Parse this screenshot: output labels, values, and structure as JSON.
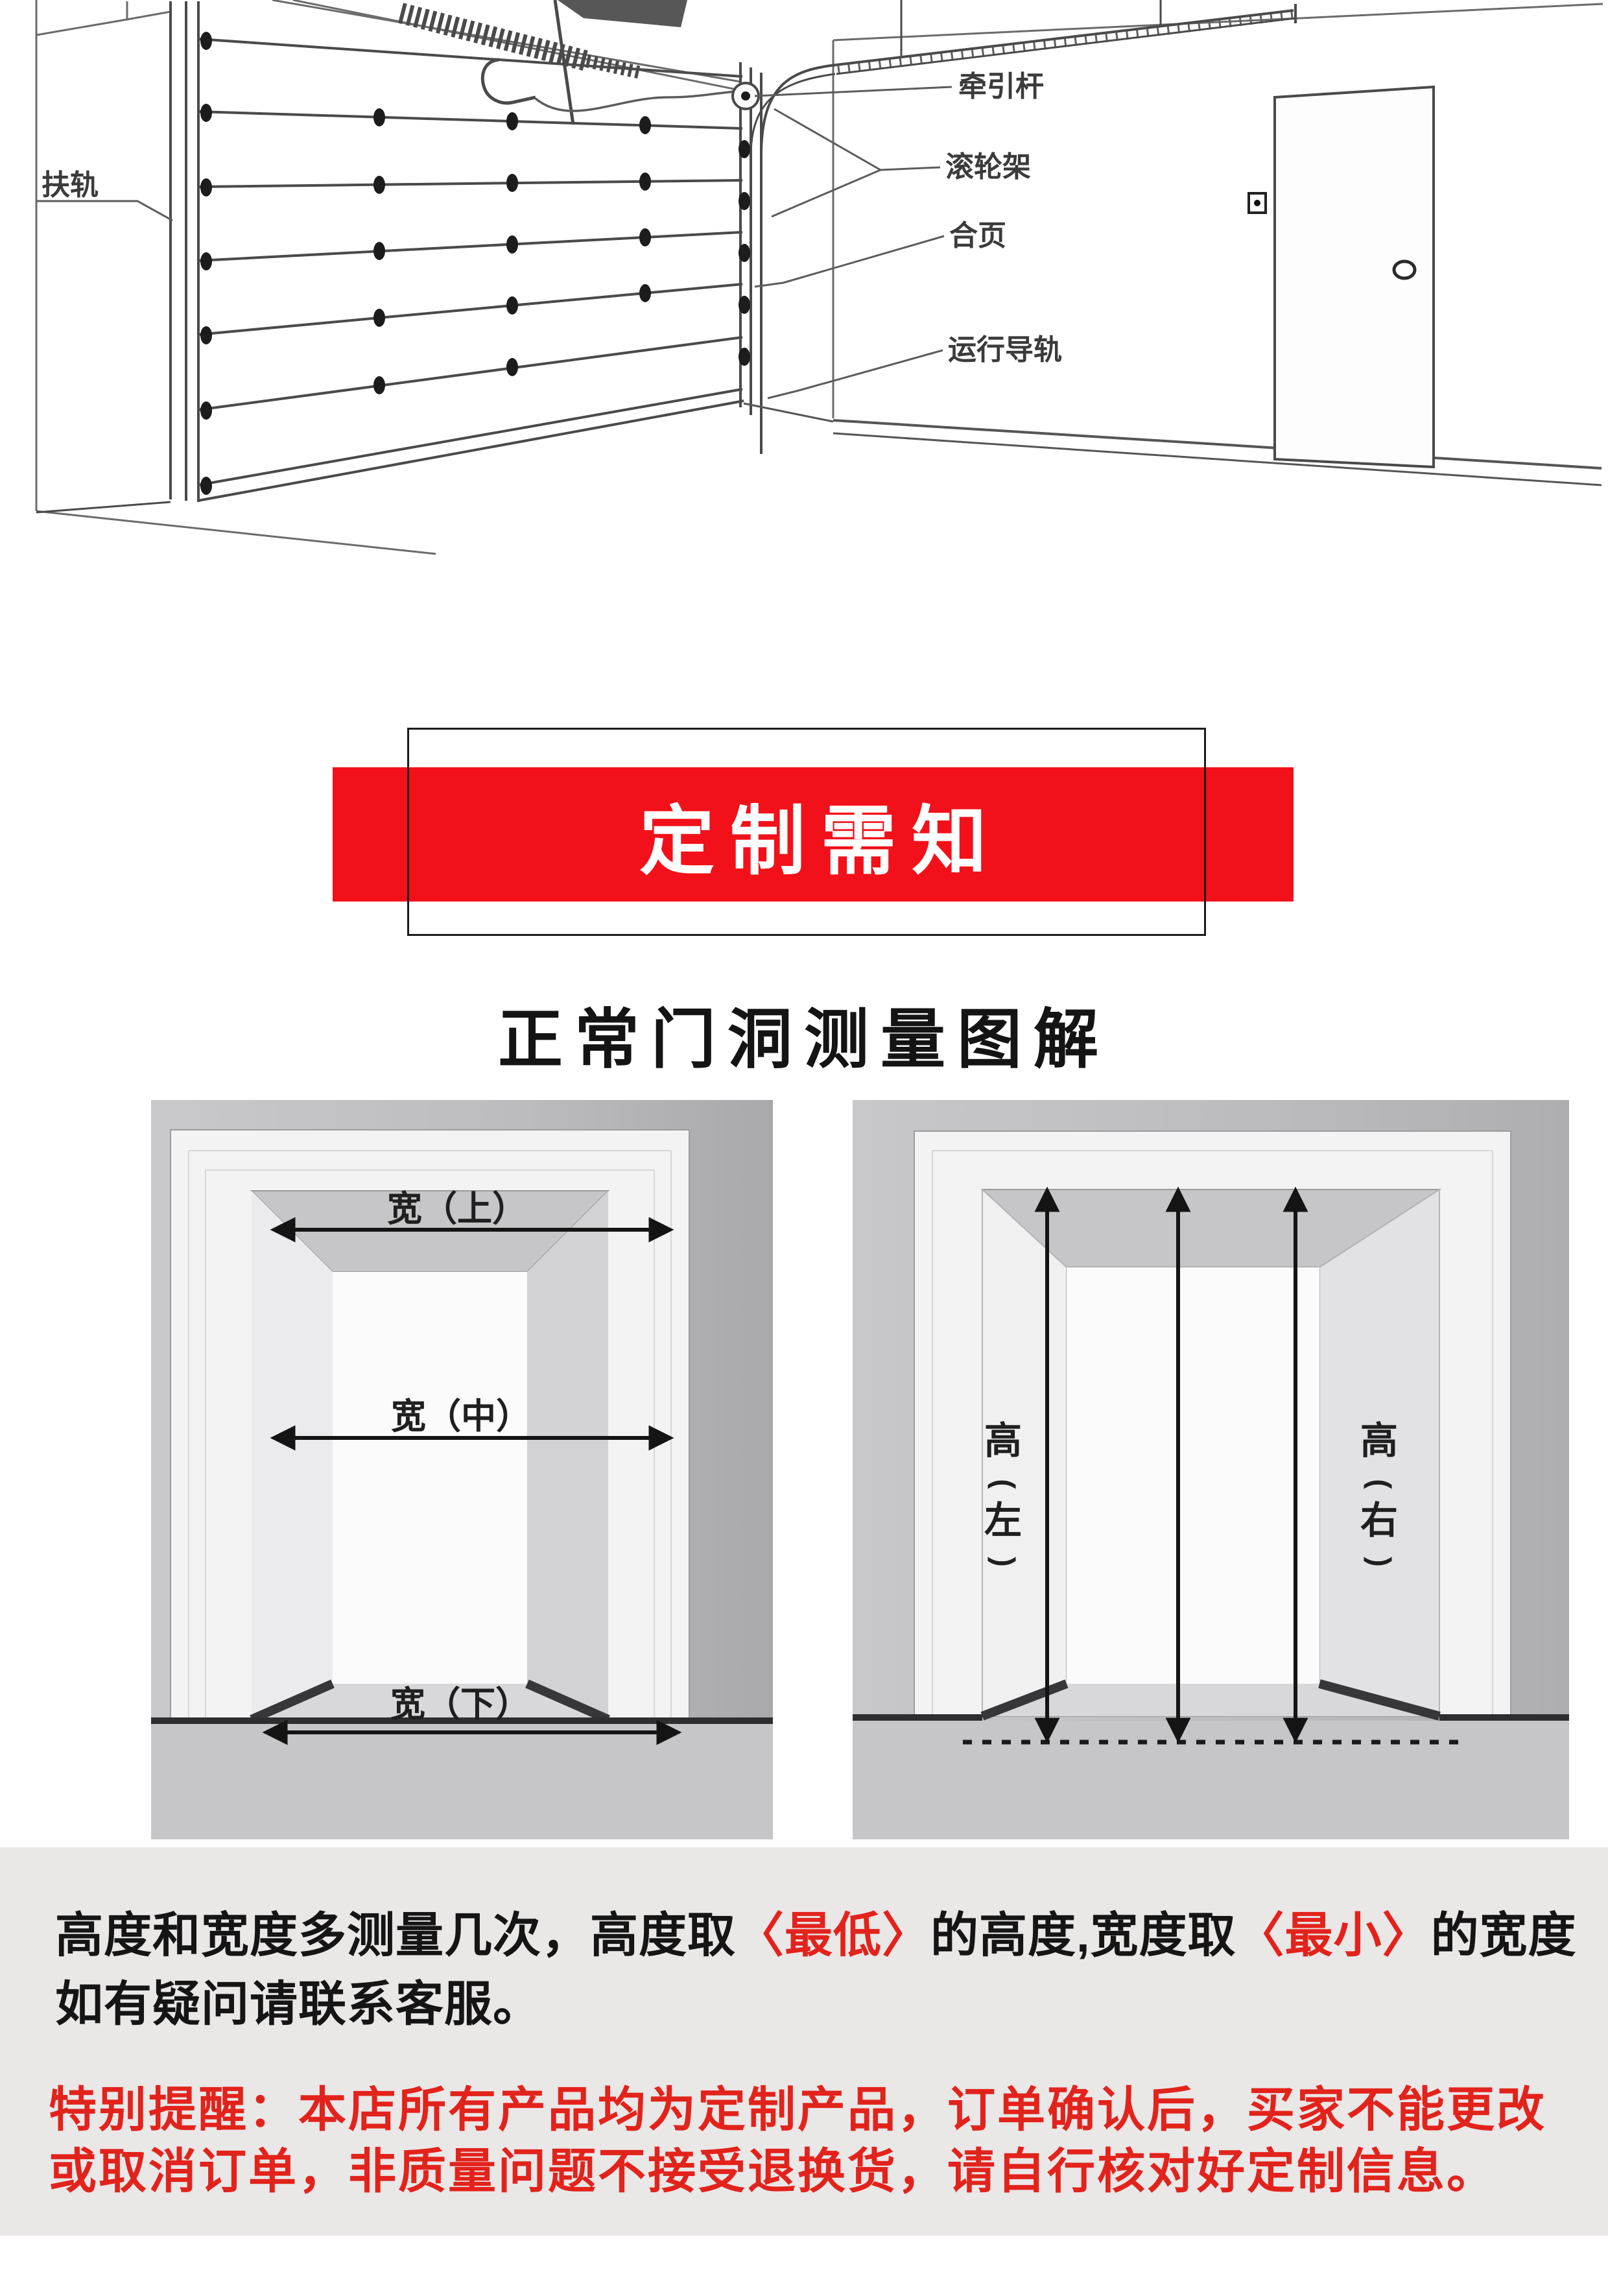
{
  "diagram": {
    "label_rail_left": "扶轨",
    "label_traction_rod": "牵引杆",
    "label_roller_bracket": "滚轮架",
    "label_hinge": "合页",
    "label_running_track": "运行导轨"
  },
  "banner": {
    "title": "定制需知"
  },
  "section": {
    "title": "正常门洞测量图解"
  },
  "measure_width": {
    "top": "宽（上）",
    "middle": "宽（中）",
    "bottom": "宽（下）"
  },
  "measure_height": {
    "left": {
      "label": "高",
      "paren_open": "(",
      "side": "左",
      "paren_close": ")"
    },
    "right": {
      "label": "高",
      "paren_open": "(",
      "side": "右",
      "paren_close": ")"
    }
  },
  "notes": {
    "line1": {
      "black1": "高度和宽度多测量几次，高度取",
      "red1": "〈最低〉",
      "black2": "的高度,宽度取",
      "red2": "〈最小〉",
      "black3": "的宽度"
    },
    "line2": "如有疑问请联系客服。",
    "warning1": "特别提醒：本店所有产品均为定制产品，订单确认后，买家不能更改",
    "warning2": "或取消订单，非质量问题不接受退换货，请自行核对好定制信息。"
  },
  "colors": {
    "banner_red": "#f2111a",
    "warning_red": "#e2231c",
    "note_black": "#151515",
    "panel_gray": "#eae7e7"
  }
}
